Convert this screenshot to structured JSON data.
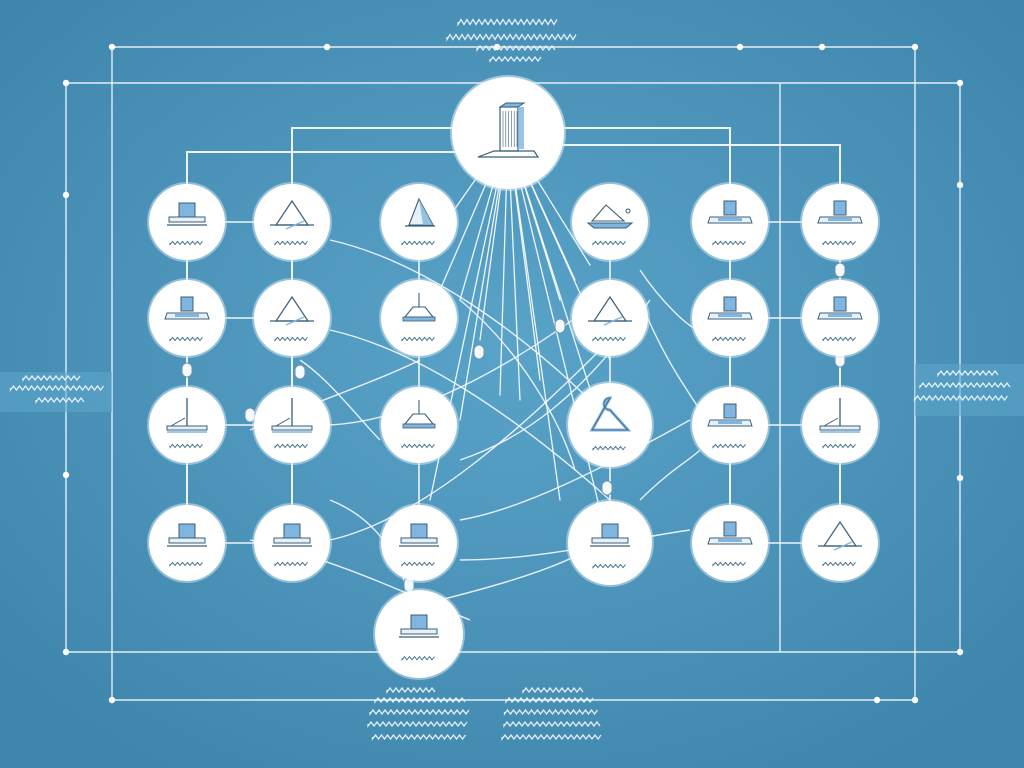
{
  "colors": {
    "background": "#4b93b9",
    "background_light": "#5aa3c8",
    "line": "#ffffff",
    "node_fill": "#ffffff",
    "node_stroke": "#d9ebf5",
    "icon_blue": "#7fb5de",
    "icon_dark": "#3b5f78",
    "scribble": "#3e6a86",
    "text_scribble": "#e8f3fa"
  },
  "diagram": {
    "hub": {
      "icon": "building-icon"
    },
    "nodes": [
      {
        "id": "c1r1",
        "icon": "projector-icon"
      },
      {
        "id": "c2r1",
        "icon": "triangle-icon"
      },
      {
        "id": "c3r1",
        "icon": "tent-icon"
      },
      {
        "id": "c4r1",
        "icon": "boat-icon"
      },
      {
        "id": "c5r1",
        "icon": "device-icon"
      },
      {
        "id": "c6r1",
        "icon": "device-icon"
      },
      {
        "id": "c1r2",
        "icon": "device-icon"
      },
      {
        "id": "c2r2",
        "icon": "triangle-icon"
      },
      {
        "id": "c3r2",
        "icon": "lamp-icon"
      },
      {
        "id": "c4r2",
        "icon": "triangle-icon"
      },
      {
        "id": "c5r2",
        "icon": "device-icon"
      },
      {
        "id": "c6r2",
        "icon": "device-icon"
      },
      {
        "id": "c1r3",
        "icon": "pole-icon"
      },
      {
        "id": "c2r3",
        "icon": "pole-icon"
      },
      {
        "id": "c3r3",
        "icon": "lamp-icon"
      },
      {
        "id": "c4r3",
        "icon": "hanger-icon"
      },
      {
        "id": "c5r3",
        "icon": "device-icon"
      },
      {
        "id": "c6r3",
        "icon": "pole-icon"
      },
      {
        "id": "c1r4",
        "icon": "projector-icon"
      },
      {
        "id": "c2r4",
        "icon": "projector-icon"
      },
      {
        "id": "c3r4",
        "icon": "projector-icon"
      },
      {
        "id": "c4r4",
        "icon": "projector-icon"
      },
      {
        "id": "c5r4",
        "icon": "device-icon"
      },
      {
        "id": "c6r4",
        "icon": "triangle-icon"
      },
      {
        "id": "c3r5",
        "icon": "projector-icon"
      }
    ]
  }
}
